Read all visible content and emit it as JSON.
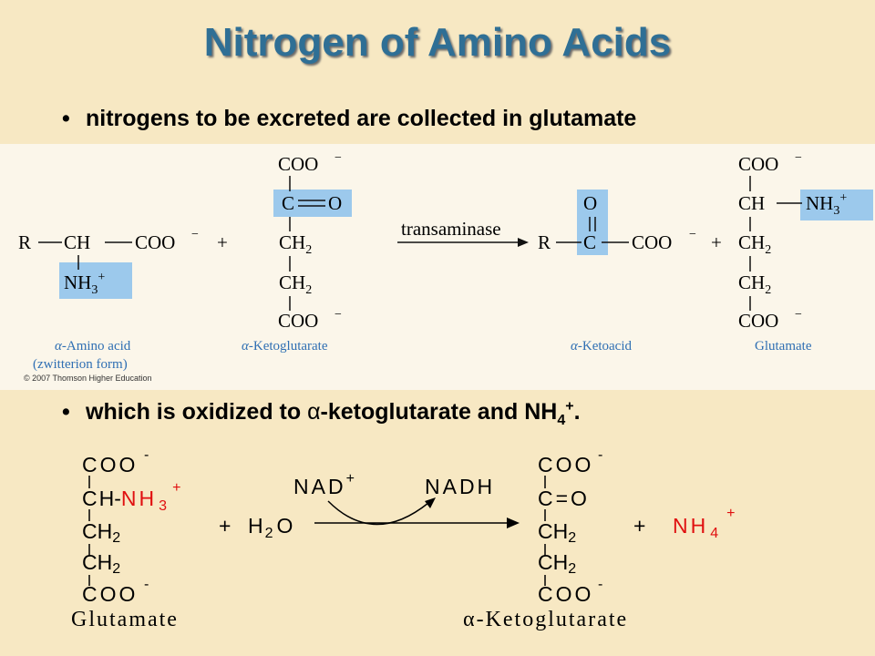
{
  "title": "Nitrogen of Amino Acids",
  "bullet_symbol": "•",
  "bullets": [
    "nitrogens to be excreted are collected in glutamate",
    {
      "text_before": "which is oxidized to ",
      "alpha": "α",
      "text_mid": "-ketoglutarate and NH",
      "sub": "4",
      "sup": "+",
      "text_after": "."
    }
  ],
  "reaction1": {
    "amino_acid": {
      "r": "R",
      "ch": "CH",
      "coo": "COO",
      "charge": "−",
      "nh3": "NH",
      "nh3_sub": "3",
      "nh3_sup": "+"
    },
    "plus": "+",
    "ketoglutarate": {
      "coo_top": "COO",
      "c": "C",
      "o": "O",
      "ch2_a": "CH",
      "ch2_b": "CH",
      "sub2": "2",
      "coo_bottom": "COO",
      "charge": "−"
    },
    "enzyme": "transaminase",
    "ketoacid": {
      "r": "R",
      "c": "C",
      "o": "O",
      "coo": "COO",
      "charge": "−"
    },
    "glutamate": {
      "coo_top": "COO",
      "ch": "CH",
      "nh3": "NH",
      "nh3_sub": "3",
      "nh3_sup": "+",
      "ch2_a": "CH",
      "ch2_b": "CH",
      "sub2": "2",
      "coo_bottom": "COO",
      "charge": "−"
    },
    "captions": {
      "amino_acid_alpha": "α",
      "amino_acid": "-Amino acid",
      "zwitterion": "(zwitterion form)",
      "ketoglutarate_alpha": "α",
      "ketoglutarate": "-Ketoglutarate",
      "ketoacid_alpha": "α",
      "ketoacid": "-Ketoacid",
      "glutamate": "Glutamate"
    },
    "copyright": "© 2007 Thomson Higher Education"
  },
  "reaction2": {
    "glutamate": {
      "coo": "COO",
      "charge": "-",
      "c": "C",
      "h": "H",
      "dash": "-",
      "nh": "NH",
      "nh_sub": "3",
      "nh_sup": "+",
      "ch": "CH",
      "sub2": "2",
      "label": "Glutamate"
    },
    "plus1": "+",
    "water": {
      "h": "H",
      "sub": "2",
      "o": "O"
    },
    "nad": "NAD",
    "nad_sup": "+",
    "nadh": "NADH",
    "ketoglutarate": {
      "coo": "COO",
      "charge": "-",
      "ceo": "C=O",
      "ch": "CH",
      "sub2": "2",
      "alpha": "α",
      "label": "-Ketoglutarate"
    },
    "plus2": "+",
    "ammonium": {
      "nh": "NH",
      "sub": "4",
      "sup": "+"
    }
  },
  "colors": {
    "background": "#f7e8c3",
    "title": "#2f6f95",
    "highlight": "#9cc9ec",
    "caption": "#2f6fb3",
    "red": "#e01010"
  }
}
